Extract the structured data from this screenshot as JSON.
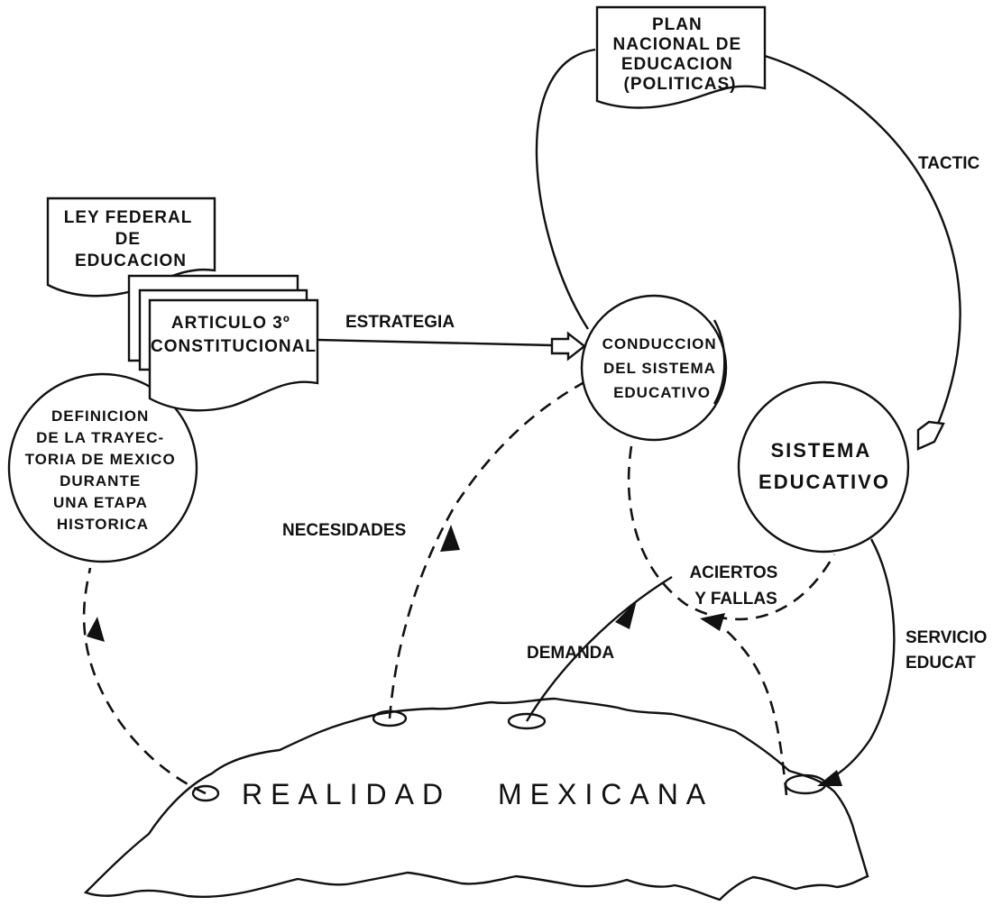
{
  "documents": {
    "plan": [
      "PLAN",
      "NACIONAL DE",
      "EDUCACION",
      "(POLITICAS)"
    ],
    "ley": [
      "LEY FEDERAL",
      "DE",
      "EDUCACION"
    ],
    "articulo": [
      "ARTICULO 3º",
      "CONSTITUCIONAL"
    ]
  },
  "circles": {
    "definicion": [
      "DEFINICION",
      "DE LA TRAYEC-",
      "TORIA DE MEXICO",
      "DURANTE",
      "UNA ETAPA",
      "HISTORICA"
    ],
    "conduccion": [
      "CONDUCCION",
      "DEL SISTEMA",
      "EDUCATIVO"
    ],
    "sistema": [
      "SISTEMA",
      "EDUCATIVO"
    ]
  },
  "edges": {
    "estrategia": "ESTRATEGIA",
    "tactica": "TACTIC",
    "necesidades": "NECESIDADES",
    "aciertos": [
      "ACIERTOS",
      "Y FALLAS"
    ],
    "demanda": "DEMANDA",
    "servicios": [
      "SERVICIO",
      "EDUCAT"
    ]
  },
  "region": {
    "word1": "REALIDAD",
    "word2": "MEXICANA"
  }
}
